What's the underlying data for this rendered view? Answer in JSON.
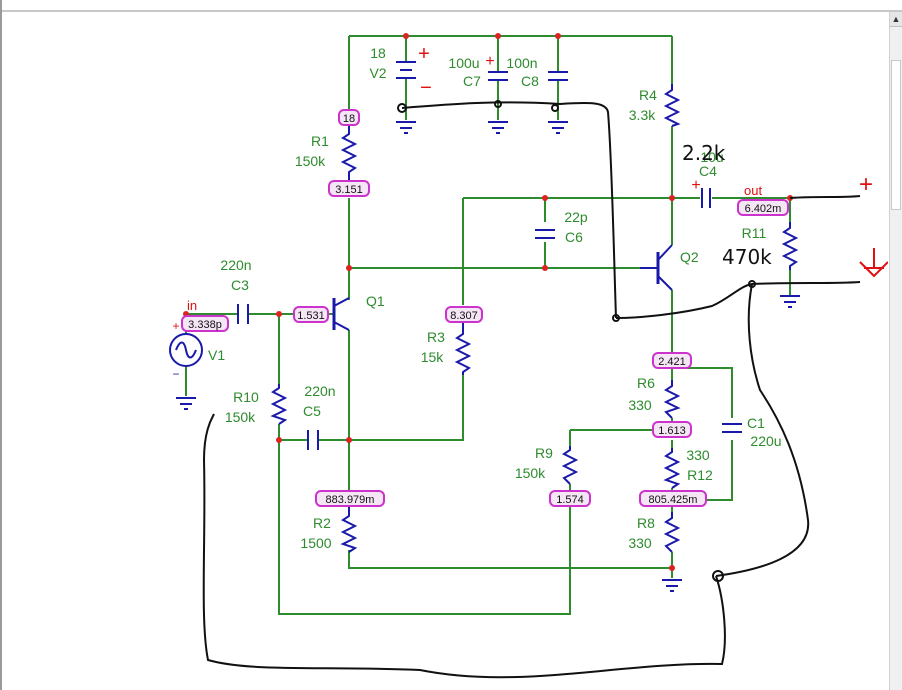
{
  "app": {
    "scroll_up_glyph": "▲"
  },
  "labels": {
    "v2_value": "18",
    "v2_name": "V2",
    "c7_value": "100u",
    "c7_name": "C7",
    "c8_value": "100n",
    "c8_name": "C8",
    "r4_name": "R4",
    "r4_value": "3.3k",
    "r1_name": "R1",
    "r1_value": "150k",
    "c6_value": "22p",
    "c6_name": "C6",
    "q1_name": "Q1",
    "q2_name": "Q2",
    "c4_value": "10u",
    "c4_name": "C4",
    "out_label": "out",
    "r11_name": "R11",
    "c3_value": "220n",
    "c3_name": "C3",
    "in_label": "in",
    "v1_name": "V1",
    "r3_name": "R3",
    "r3_value": "15k",
    "r10_name": "R10",
    "r10_value": "150k",
    "c5_value": "220n",
    "c5_name": "C5",
    "r6_name": "R6",
    "r6_value": "330",
    "c1_name": "C1",
    "c1_value": "220u",
    "r9_name": "R9",
    "r9_value": "150k",
    "r12_value": "330",
    "r12_name": "R12",
    "r2_name": "R2",
    "r2_value": "1500",
    "r8_name": "R8",
    "r8_value": "330"
  },
  "node_values": {
    "n18": "18",
    "n3151": "3.151",
    "n6402": "6.402m",
    "n3338": "3.338p",
    "n1531": "1.531",
    "n8307": "8.307",
    "n2421": "2.421",
    "n1613": "1.613",
    "n883": "883.979m",
    "n1574": "1.574",
    "n805": "805.425m"
  },
  "annotations": {
    "r4_hand": "2.2k",
    "r11_hand": "470k",
    "plus": "+",
    "minus": "−"
  },
  "colors": {
    "wire": "#2e8b2e",
    "component": "#1a1aaa",
    "node_box": "#cc33cc",
    "node_dot": "#dd2222",
    "annotation": "#e01010",
    "hand_ink": "#111111"
  }
}
